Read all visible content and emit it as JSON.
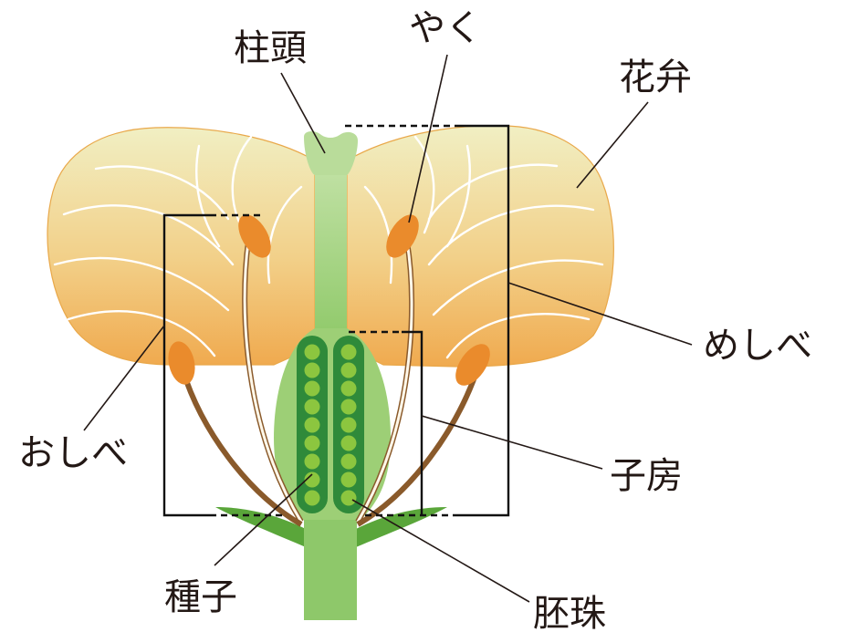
{
  "labels": {
    "stigma": "柱頭",
    "anther": "やく",
    "petal": "花弁",
    "pistil": "めしべ",
    "stamen": "おしべ",
    "ovary": "子房",
    "seed": "種子",
    "ovule": "胚珠"
  },
  "colors": {
    "petal_top": "#f0eebe",
    "petal_bottom": "#f1b055",
    "stem": "#8ec86a",
    "style": "#a9d48a",
    "ovary": "#9dcf76",
    "ovule_chamber": "#2f8a3a",
    "ovule": "#8cc63f",
    "anther": "#ea8b2c",
    "filament": "#8a5a2b",
    "sepal": "#5aa63a"
  }
}
